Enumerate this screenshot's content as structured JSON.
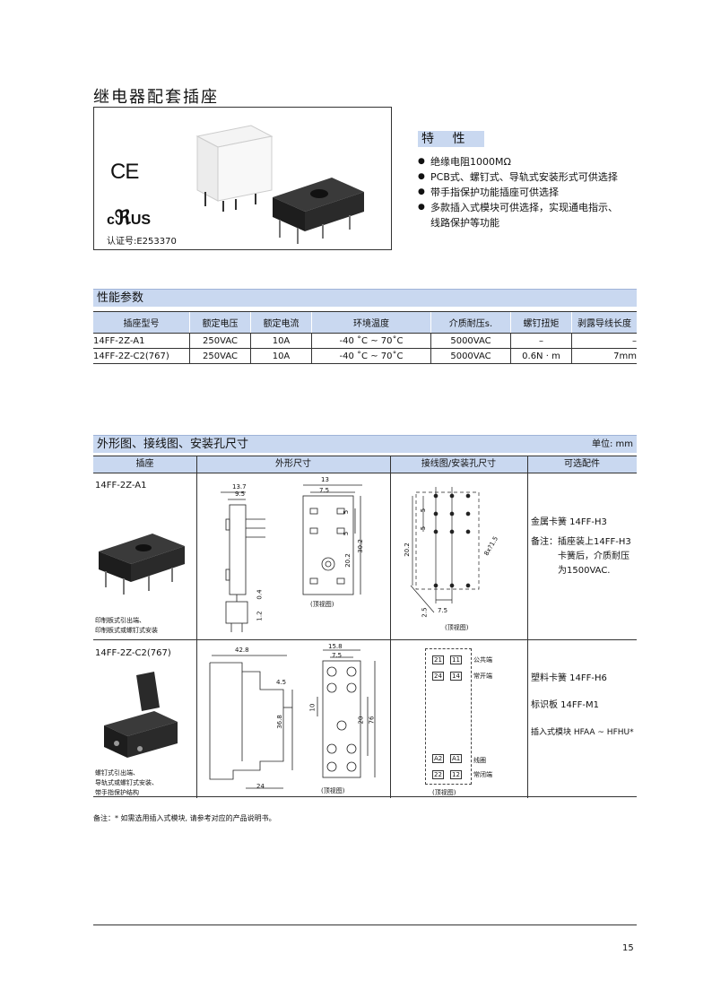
{
  "page_title": "继电器配套插座",
  "cert": {
    "ce": "CE",
    "ul_c": "c",
    "ul_us": "US",
    "cert_no": "认证号:E253370"
  },
  "features": {
    "title": "特 性",
    "items": [
      "绝缘电阻1000MΩ",
      "PCB式、螺钉式、导轨式安装形式可供选择",
      "带手指保护功能插座可供选择",
      "多款插入式模块可供选择，实现通电指示、"
    ],
    "item4_cont": "线路保护等功能"
  },
  "performance": {
    "title": "性能参数",
    "headers": [
      "插座型号",
      "额定电压",
      "额定电流",
      "环境温度",
      "介质耐压s.",
      "螺钉扭矩",
      "剥露导线长度"
    ],
    "rows": [
      [
        "14FF-2Z-A1",
        "250VAC",
        "10A",
        "-40 ˚C ~ 70˚C",
        "5000VAC",
        "–",
        "–"
      ],
      [
        "14FF-2Z-C2(767)",
        "250VAC",
        "10A",
        "-40 ˚C ~ 70˚C",
        "5000VAC",
        "0.6N · m",
        "7mm"
      ]
    ]
  },
  "dimensions": {
    "title": "外形图、接线图、安装孔尺寸",
    "unit": "单位: mm",
    "headers": [
      "插座",
      "外形尺寸",
      "接线图/安装孔尺寸",
      "可选配件"
    ],
    "row1": {
      "model": "14FF-2Z-A1",
      "caption1": "印制板式引出端、",
      "caption2": "印制板式或螺钉式安装",
      "top_view": "(顶视图)",
      "top_view2": "(顶视图)",
      "acc1": "金属卡簧  14FF-H3",
      "acc2": "备注：插座装上14FF-H3",
      "acc3": "卡簧后，介质耐压",
      "acc4": "为1500VAC.",
      "d1": "13.7",
      "d2": "9.5",
      "d3": "13",
      "d4": "7.5",
      "d5": "5",
      "d6": "5",
      "d7": "20.2",
      "d8": "30.2",
      "d9": "0.4",
      "d10": "1.2",
      "w1": "5",
      "w2": "5",
      "w3": "20.2",
      "w4": "8x?1.5",
      "w5": "7.5",
      "w6": "2.5"
    },
    "row2": {
      "model": "14FF-2Z-C2(767)",
      "caption1": "螺钉式引出端、",
      "caption2": "导轨式或螺钉式安装、",
      "caption3": "带手指保护结构",
      "top_view": "(顶视图)",
      "top_view2": "(顶视图)",
      "acc1": "塑料卡簧  14FF-H6",
      "acc2": "标识板  14FF-M1",
      "acc3": "插入式模块  HFAA ~ HFHU*",
      "d1": "42.8",
      "d2": "4.5",
      "d3": "36.8",
      "d4": "24",
      "d5": "15.8",
      "d6": "7.5",
      "d7": "10",
      "d8": "20",
      "d9": "76",
      "pin21": "21",
      "pin11": "11",
      "pin24": "24",
      "pin14": "14",
      "pinA2": "A2",
      "pinA1": "A1",
      "pin22": "22",
      "pin12": "12",
      "lbl_common": "公共端",
      "lbl_no": "常开端",
      "lbl_coil": "线圈",
      "lbl_nc": "常闭端"
    }
  },
  "note": "备注：* 如需选用插入式模块, 请参考对应的产品说明书。",
  "page_number": "15"
}
